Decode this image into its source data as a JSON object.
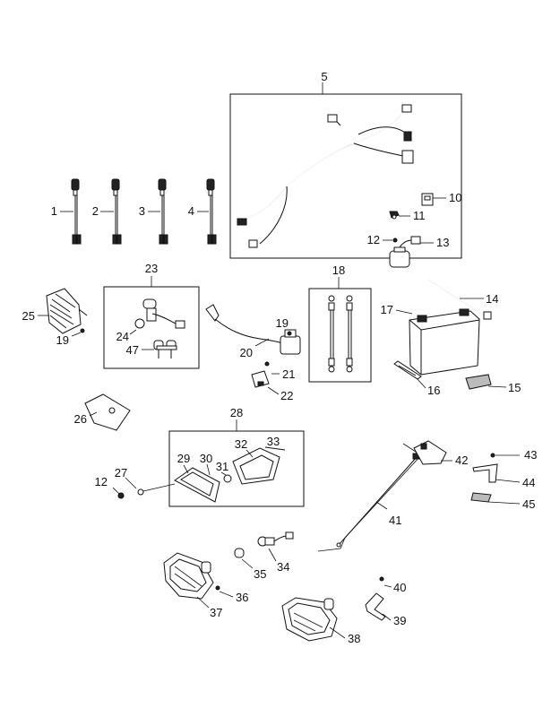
{
  "labels": {
    "p1": "1",
    "p2": "2",
    "p3": "3",
    "p4": "4",
    "p5": "5",
    "p10": "10",
    "p11": "11",
    "p12a": "12",
    "p13": "13",
    "p14": "14",
    "p15": "15",
    "p16": "16",
    "p17": "17",
    "p18": "18",
    "p19a": "19",
    "p19b": "19",
    "p20": "20",
    "p21": "21",
    "p22": "22",
    "p23": "23",
    "p24": "24",
    "p25": "25",
    "p26": "26",
    "p27": "27",
    "p28": "28",
    "p29": "29",
    "p30": "30",
    "p31": "31",
    "p32": "32",
    "p33": "33",
    "p34": "34",
    "p35": "35",
    "p36": "36",
    "p37": "37",
    "p38": "38",
    "p39": "39",
    "p40": "40",
    "p41": "41",
    "p42": "42",
    "p43": "43",
    "p44": "44",
    "p45": "45",
    "p47": "47",
    "p12b": "12"
  }
}
